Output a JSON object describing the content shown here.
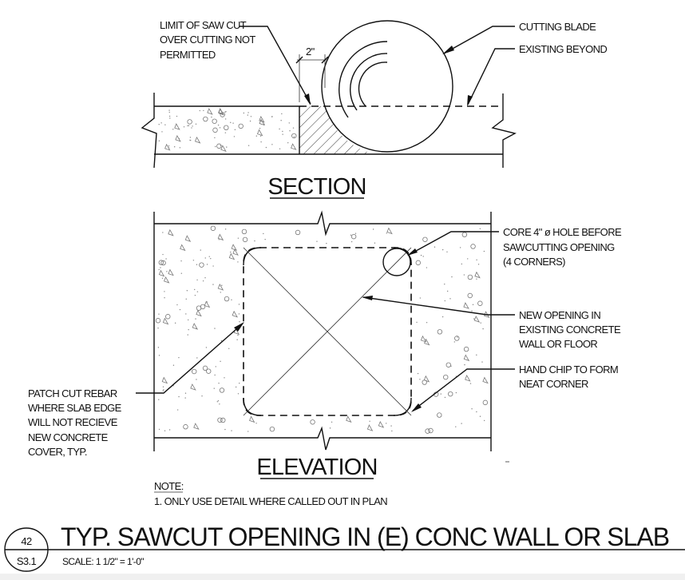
{
  "section": {
    "title": "SECTION",
    "limit_note": [
      "LIMIT OF SAW CUT",
      "OVER CUTTING NOT",
      "PERMITTED"
    ],
    "dimension": "2\"",
    "cutting_blade": "CUTTING BLADE",
    "existing_beyond": "EXISTING BEYOND"
  },
  "elevation": {
    "title": "ELEVATION",
    "core_note": [
      "CORE 4\" ø HOLE BEFORE",
      "SAWCUTTING OPENING",
      "(4 CORNERS)"
    ],
    "opening_note": [
      "NEW OPENING IN",
      "EXISTING CONCRETE",
      "WALL OR FLOOR"
    ],
    "chip_note": [
      "HAND CHIP TO FORM",
      "NEAT CORNER"
    ],
    "patch_note": [
      "PATCH CUT REBAR",
      "WHERE SLAB EDGE",
      "WILL NOT RECIEVE",
      "NEW CONCRETE",
      "COVER, TYP."
    ]
  },
  "note": {
    "heading": "NOTE:",
    "items": [
      "1.   ONLY USE DETAIL WHERE CALLED OUT IN PLAN"
    ]
  },
  "title_block": {
    "detail_number": "42",
    "sheet": "S3.1",
    "title": "TYP. SAWCUT OPENING IN (E) CONC WALL OR SLAB",
    "scale": "SCALE:  1 1/2\" = 1'-0\""
  }
}
